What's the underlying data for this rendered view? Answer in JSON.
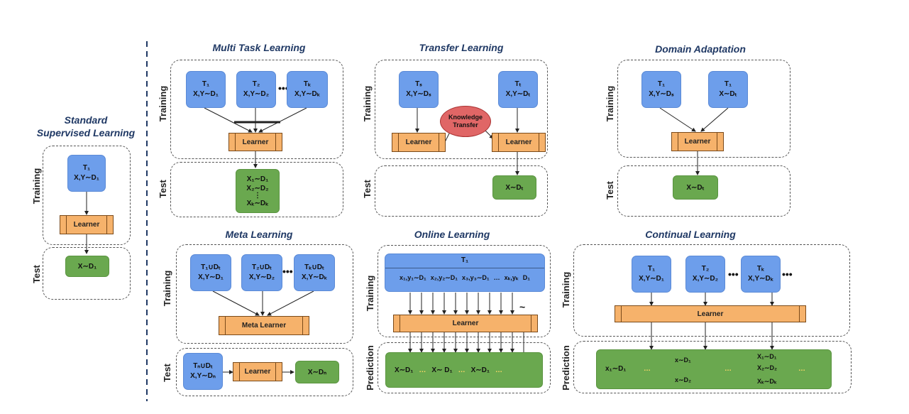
{
  "panels": {
    "standard": {
      "title_line1": "Standard",
      "title_line2": "Supervised Learning",
      "training_label": "Training",
      "test_label": "Test",
      "task_line1": "T₁",
      "task_line2": "X,Y∼D₁",
      "learner": "Learner",
      "test_box": "X∼D₁"
    },
    "multi_task": {
      "title": "Multi Task Learning",
      "training_label": "Training",
      "test_label": "Test",
      "tasks": [
        {
          "line1": "T₁",
          "line2": "X,Y∼D₁"
        },
        {
          "line1": "T₂",
          "line2": "X,Y∼D₂"
        },
        {
          "line1": "Tₖ",
          "line2": "X,Y∼Dₖ"
        }
      ],
      "dots": "•••",
      "learner": "Learner",
      "test_lines": [
        "X₁∼D₁",
        "X₂∼D₂",
        "⋮",
        "Xₖ∼Dₖ"
      ]
    },
    "transfer": {
      "title": "Transfer Learning",
      "training_label": "Training",
      "test_label": "Test",
      "source_task": {
        "line1": "Tₛ",
        "line2": "X,Y∼Dₛ"
      },
      "target_task": {
        "line1": "Tₜ",
        "line2": "X,Y∼Dₜ"
      },
      "knowledge_transfer": "Knowledge Transfer",
      "learner_left": "Learner",
      "learner_right": "Learner",
      "test_box": "X∼Dₜ"
    },
    "domain": {
      "title": "Domain Adaptation",
      "training_label": "Training",
      "test_label": "Test",
      "task_a": {
        "line1": "T₁",
        "line2": "X,Y∼Dₛ"
      },
      "task_b": {
        "line1": "T₁",
        "line2": "X∼Dₜ"
      },
      "learner": "Learner",
      "test_box": "X∼Dₜ"
    },
    "meta": {
      "title": "Meta Learning",
      "training_label": "Training",
      "test_label": "Test",
      "tasks": [
        {
          "line1": "T₁∪Dₜ",
          "line2": "X,Y∼D₁"
        },
        {
          "line1": "T₂∪Dₜ",
          "line2": "X,Y∼D₂"
        },
        {
          "line1": "Tₖ∪Dₜ",
          "line2": "X,Y∼Dₖ"
        }
      ],
      "dots": "•••",
      "learner": "Meta  Learner",
      "test_task": {
        "line1": "Tₙ∪Dₜ",
        "line2": "X,Y∼Dₙ"
      },
      "test_learner": "Learner",
      "test_box": "X∼Dₙ"
    },
    "online": {
      "title": "Online Learning",
      "training_label": "Training",
      "prediction_label": "Prediction",
      "task_title": "T₁",
      "stream": [
        "x₁,y₁∼D₁",
        "x₂,y₂∼D₁",
        "x₃,y₃∼D₁",
        "…",
        "xₖ,yₖ",
        "D₁"
      ],
      "tilde": "~",
      "learner": "Learner",
      "predictions": [
        "X∼D₁",
        "X∼ D₁",
        "X∼D₁"
      ],
      "pred_dots": "…"
    },
    "continual": {
      "title": "Continual Learning",
      "training_label": "Training",
      "prediction_label": "Prediction",
      "tasks": [
        {
          "line1": "T₁",
          "line2": "X,Y∼D₁"
        },
        {
          "line1": "T₂",
          "line2": "X,Y∼D₂"
        },
        {
          "line1": "Tₖ",
          "line2": "X,Y∼Dₖ"
        }
      ],
      "dots": "•••",
      "learner": "Learner",
      "pred_a": "x₁∼D₁",
      "pred_b1": "x∼D₁",
      "pred_b2": "x∼D₂",
      "pred_c": [
        "X₁∼D₁",
        "X₂∼D₂",
        "Xₖ∼Dₖ"
      ],
      "pred_dots": "…"
    }
  },
  "colors": {
    "task": "#6d9eeb",
    "learner": "#f6b26b",
    "test": "#6aa84f",
    "knowledge": "#e06666",
    "title": "#1f3864",
    "divider": "#1f3864"
  }
}
